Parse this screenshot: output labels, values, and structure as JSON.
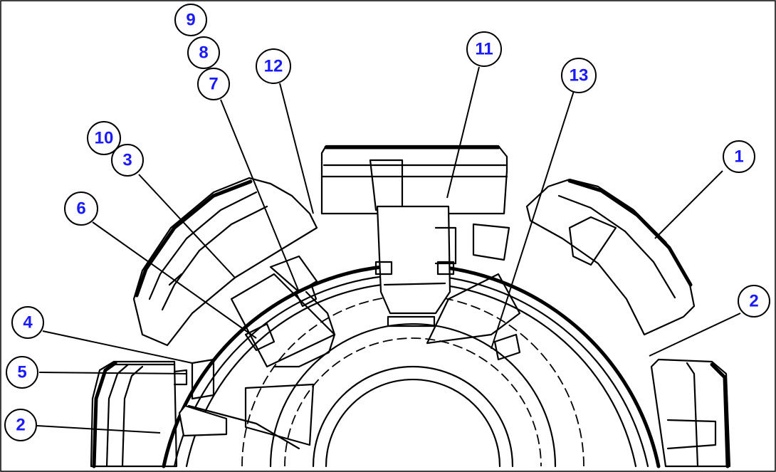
{
  "callouts": [
    {
      "id": "c9",
      "label": "9"
    },
    {
      "id": "c8",
      "label": "8"
    },
    {
      "id": "c7",
      "label": "7"
    },
    {
      "id": "c12",
      "label": "12"
    },
    {
      "id": "c11",
      "label": "11"
    },
    {
      "id": "c13",
      "label": "13"
    },
    {
      "id": "c10",
      "label": "10"
    },
    {
      "id": "c3",
      "label": "3"
    },
    {
      "id": "c1",
      "label": "1"
    },
    {
      "id": "c6",
      "label": "6"
    },
    {
      "id": "c2a",
      "label": "2"
    },
    {
      "id": "c4",
      "label": "4"
    },
    {
      "id": "c5",
      "label": "5"
    },
    {
      "id": "c2b",
      "label": "2"
    }
  ],
  "colors": {
    "callout_text": "#1a1aff",
    "line": "#000000",
    "background": "#ffffff"
  }
}
